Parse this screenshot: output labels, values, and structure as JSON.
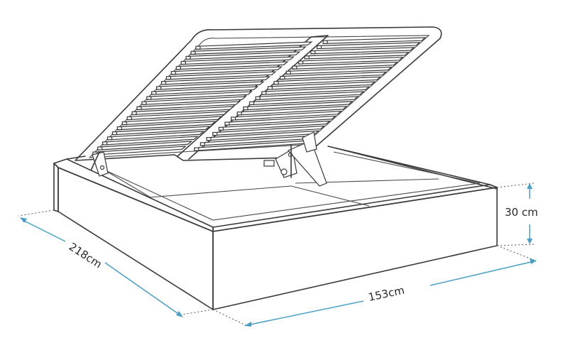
{
  "dimensions": {
    "length": "218cm",
    "width": "153cm",
    "height": "30 cm"
  },
  "colors": {
    "line": "#3a3a3a",
    "dimension": "#4a9ec4",
    "background": "#ffffff"
  }
}
